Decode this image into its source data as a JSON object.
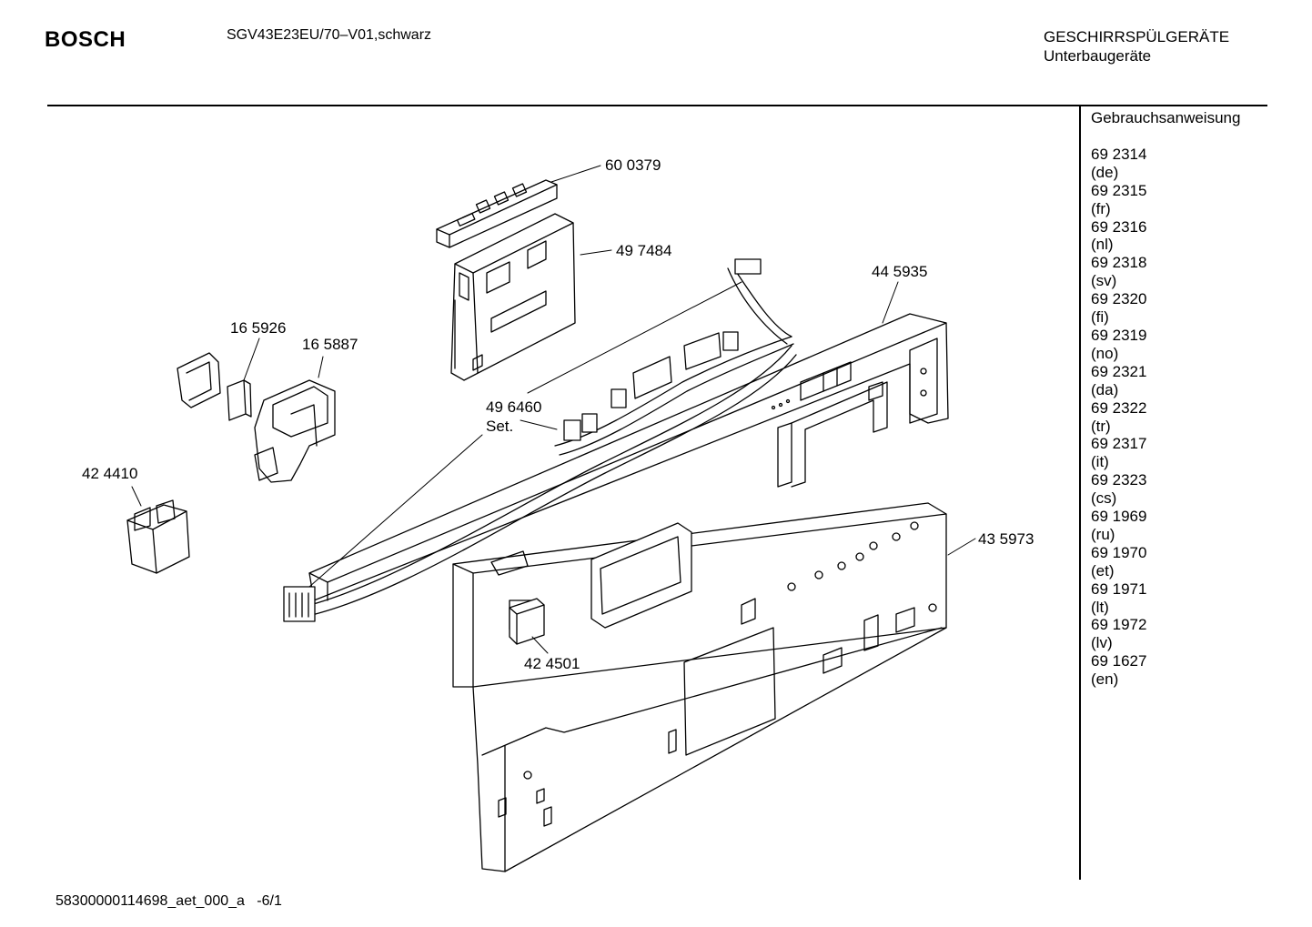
{
  "header": {
    "brand": "BOSCH",
    "model": "SGV43E23EU/70–V01,schwarz",
    "category_line1": "GESCHIRRSPÜLGERÄTE",
    "category_line2": "Unterbaugeräte"
  },
  "sidebar": {
    "title": "Gebrauchsanweisung",
    "entries": [
      {
        "number": "69 2314",
        "lang": "(de)"
      },
      {
        "number": "69 2315",
        "lang": "(fr)"
      },
      {
        "number": "69 2316",
        "lang": "(nl)"
      },
      {
        "number": "69 2318",
        "lang": "(sv)"
      },
      {
        "number": "69 2320",
        "lang": "(fi)"
      },
      {
        "number": "69 2319",
        "lang": "(no)"
      },
      {
        "number": "69 2321",
        "lang": "(da)"
      },
      {
        "number": "69 2322",
        "lang": "(tr)"
      },
      {
        "number": "69 2317",
        "lang": "(it)"
      },
      {
        "number": "69 2323",
        "lang": "(cs)"
      },
      {
        "number": "69 1969",
        "lang": "(ru)"
      },
      {
        "number": "69 1970",
        "lang": "(et)"
      },
      {
        "number": "69 1971",
        "lang": "(lt)"
      },
      {
        "number": "69 1972",
        "lang": "(lv)"
      },
      {
        "number": "69 1627",
        "lang": "(en)"
      }
    ]
  },
  "parts": {
    "p600379": "60 0379",
    "p497484": "49 7484",
    "p445935": "44 5935",
    "p165926": "16 5926",
    "p165887": "16 5887",
    "p496460": "49 6460",
    "p496460_set": "Set.",
    "p424410": "42 4410",
    "p435973": "43 5973",
    "p424501": "42 4501"
  },
  "footer": {
    "code": "58300000114698_aet_000_a",
    "page": "-6/1"
  }
}
